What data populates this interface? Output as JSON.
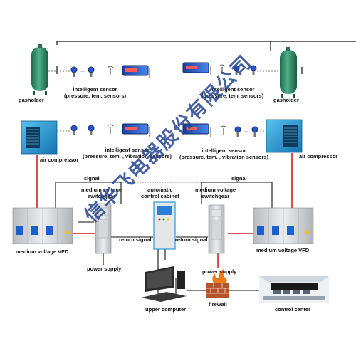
{
  "labels": {
    "gasholder_left": "gasholder",
    "gasholder_right": "gasholder",
    "sensor_top_left": "intelligent sensor\n(pressure, tem. sensors)",
    "sensor_top_right": "intelligent sensor\n(pressure, tem. sensors)",
    "sensor_mid_left": "intelligent sensor\n(pressure, tem. , vibration sensors)",
    "sensor_mid_right": "intelligent sensor\n(pressure, tem. , vibration sensors)",
    "air_compressor_left": "air compressor",
    "air_compressor_right": "air compressor",
    "signal_left": "signal",
    "signal_right": "signal",
    "mv_switchgear_left": "medium voltage\nswitchgear",
    "mv_switchgear_right": "medium voltage\nswitchgear",
    "control_cabinet": "automatic\ncontrol cabinet",
    "return_signal_left": "return signal",
    "return_signal_right": "return signal",
    "vfd_left": "medium voltage VFD",
    "vfd_right": "medium voltage VFD",
    "power_supply_left": "power supply",
    "power_supply_right": "power supply",
    "upper_computer": "upper computer",
    "firewall": "firewall",
    "control_center": "control center",
    "watermark": "信华飞电器股份有限公司"
  },
  "colors": {
    "wire_black": "#111111",
    "wire_red": "#d21f1f",
    "tank_green": "#2f8a6a",
    "compressor_blue": "#1f9bd6",
    "cabinet_grey": "#c9cdd0",
    "watermark_blue": "#1d3f8e"
  },
  "icons": [
    "gasholder-icon",
    "sensor-icon",
    "antenna-icon",
    "display-panel-icon",
    "air-compressor-icon",
    "switchgear-icon",
    "control-cabinet-icon",
    "vfd-cabinet-icon",
    "computer-icon",
    "firewall-icon",
    "control-room-icon"
  ]
}
